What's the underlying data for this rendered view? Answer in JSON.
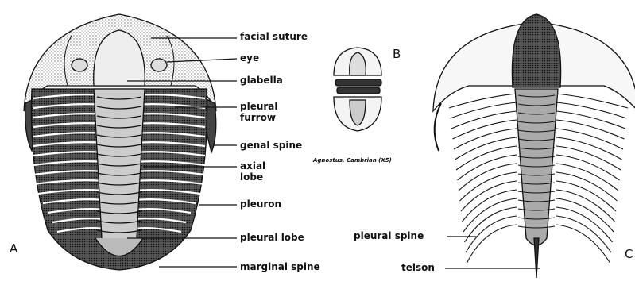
{
  "labels": {
    "facial_suture": "facial suture",
    "eye": "eye",
    "glabella": "glabella",
    "pleural_furrow_1": "pleural",
    "pleural_furrow_2": "furrow",
    "genal_spine": "genal spine",
    "axial_lobe_1": "axial",
    "axial_lobe_2": "lobe",
    "pleuron": "pleuron",
    "pleural_lobe": "pleural lobe",
    "marginal_spine": "marginal spine",
    "pleural_spine": "pleural spine",
    "telson": "telson"
  },
  "figure_letters": {
    "a": "A",
    "b": "B",
    "c": "C"
  },
  "caption_b": "Agnostus, Cambrian (X5)"
}
